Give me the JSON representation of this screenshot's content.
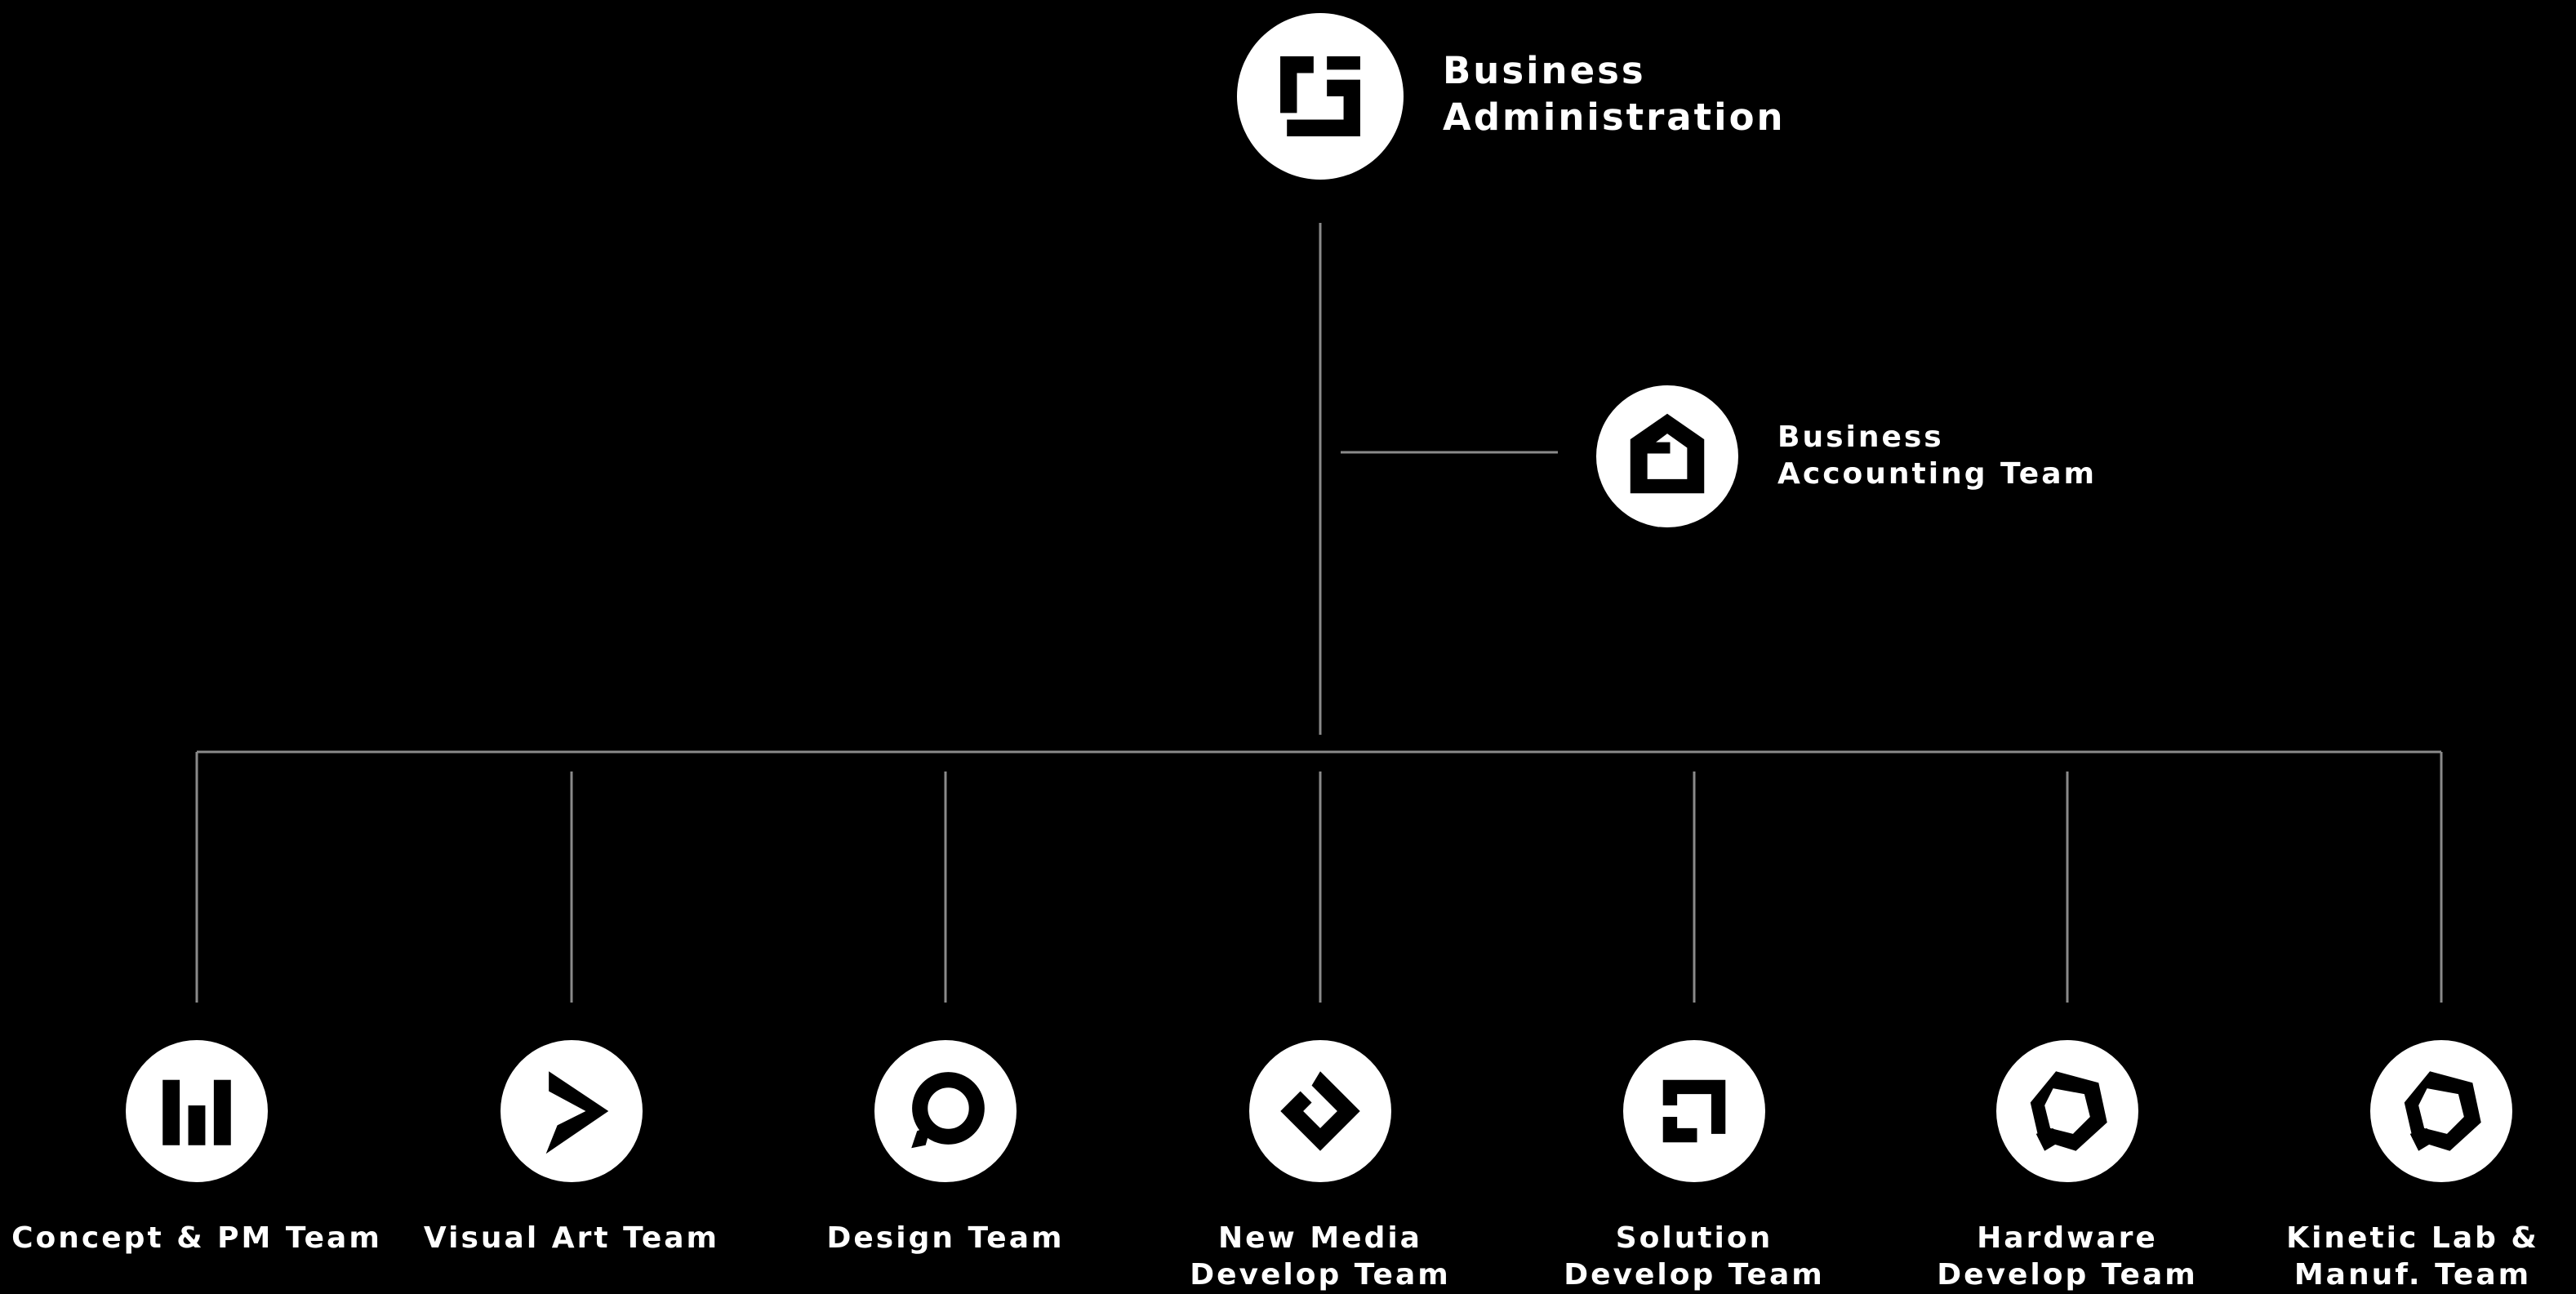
{
  "colors": {
    "background": "#000000",
    "foreground": "#ffffff",
    "connector": "#8a8a8a"
  },
  "root": {
    "icon": "business-administration-icon",
    "label_line1": "Business",
    "label_line2": "Administration"
  },
  "side": {
    "icon": "house-icon",
    "label_line1": "Business",
    "label_line2": "Accounting Team"
  },
  "teams": [
    {
      "icon": "bar-chart-icon",
      "line1": "Concept & PM Team",
      "line2": ""
    },
    {
      "icon": "play-icon",
      "line1": "Visual Art Team",
      "line2": ""
    },
    {
      "icon": "search-circle-icon",
      "line1": "Design Team",
      "line2": ""
    },
    {
      "icon": "diamond-icon",
      "line1": "New Media",
      "line2": "Develop Team"
    },
    {
      "icon": "bracket-square-icon",
      "line1": "Solution",
      "line2": "Develop Team"
    },
    {
      "icon": "hexagon-icon",
      "line1": "Hardware",
      "line2": "Develop Team"
    },
    {
      "icon": "hexagon-icon",
      "line1": "Kinetic Lab &",
      "line2": "Manuf. Team"
    }
  ]
}
